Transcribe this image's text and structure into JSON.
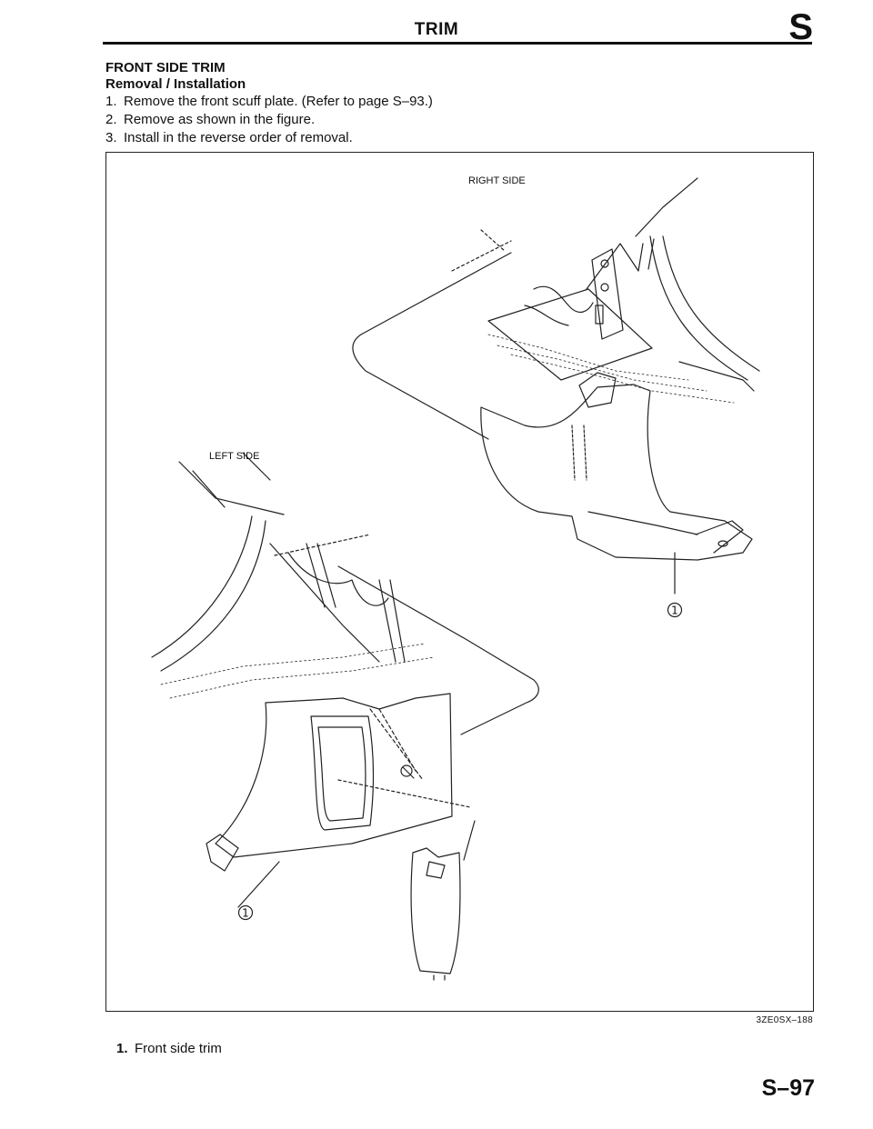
{
  "header": {
    "title": "TRIM",
    "section_letter": "S"
  },
  "section": {
    "title": "FRONT SIDE TRIM",
    "subtitle": "Removal / Installation",
    "steps": [
      {
        "num": "1.",
        "text": "Remove the front scuff plate. (Refer to page S–93.)"
      },
      {
        "num": "2.",
        "text": "Remove as shown in the figure."
      },
      {
        "num": "3.",
        "text": "Install in the reverse order of removal."
      }
    ]
  },
  "figure": {
    "right_side_label": "RIGHT SIDE",
    "left_side_label": "LEFT SIDE",
    "callout_right": "1",
    "callout_left": "1",
    "code": "3ZE0SX–188"
  },
  "legend": [
    {
      "num": "1.",
      "text": "Front side trim"
    }
  ],
  "footer": {
    "page_number": "S–97"
  }
}
